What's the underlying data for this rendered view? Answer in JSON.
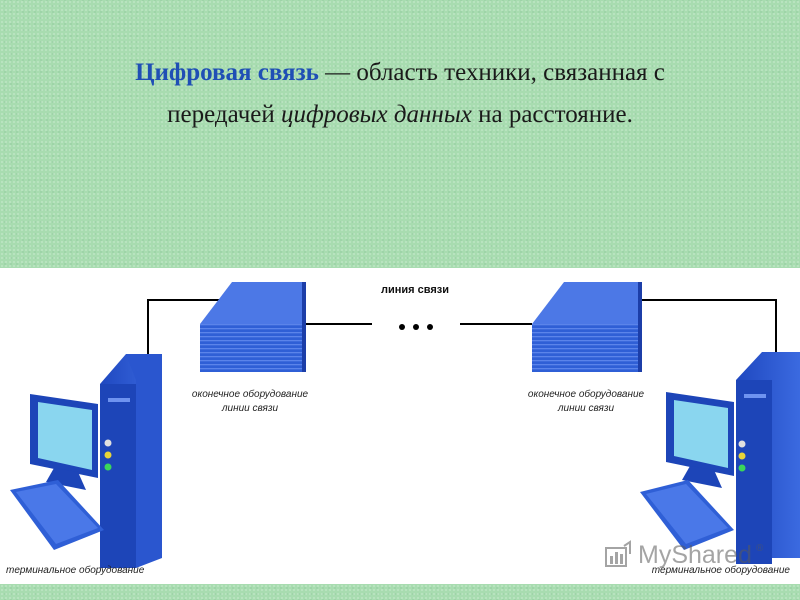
{
  "title": {
    "term": "Цифровая связь",
    "dash": " — ",
    "text_a": "область техники, связанная с",
    "text_b": "передачей ",
    "italic_term": "цифровых данных",
    "text_c": " на расстояние."
  },
  "diagram": {
    "line_label": "линия связи",
    "ellipsis": "• • •",
    "left_equipment_line1": "оконечное оборудование",
    "left_equipment_line2": "линии связи",
    "right_equipment_line1": "оконечное оборудование",
    "right_equipment_line2": "линии связи",
    "left_terminal": "терминальное оборудование",
    "right_terminal": "терминальное оборудование"
  },
  "watermark": {
    "text": "MyShared",
    "reg": "®"
  },
  "colors": {
    "background": "#a8dcb0",
    "term": "#1f4fb5",
    "device_blue": "#2f5fd6",
    "screen": "#8ad6ef"
  }
}
